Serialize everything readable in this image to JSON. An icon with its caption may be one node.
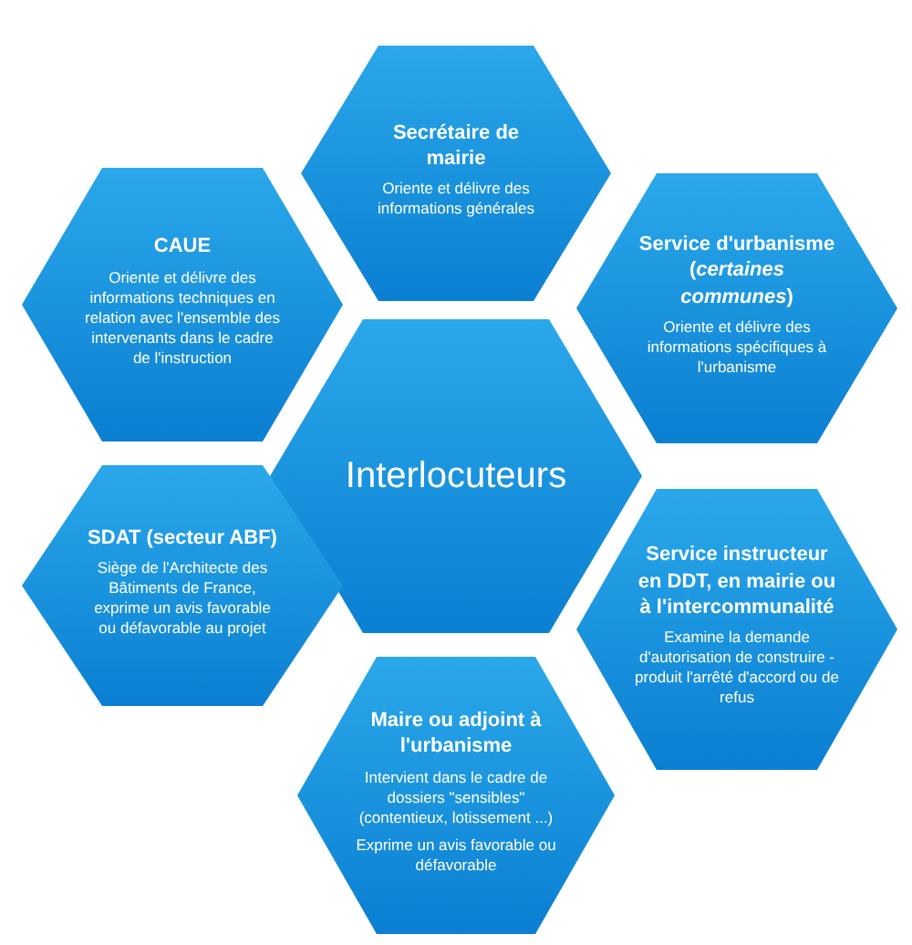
{
  "diagram": {
    "nodes": [
      {
        "text": [
          "Secrétaire de mairie",
          "Oriente et délivre des informations générales"
        ]
      },
      {
        "text": [
          "CAUE",
          "Oriente et délivre des informations techniques en relation avec l'ensemble des intervenants dans le cadre de l'instruction"
        ]
      },
      {
        "text": [
          "Service d'urbanisme (*certaines communes*)",
          "Oriente et délivre des informations  spécifiques à l'urbanisme"
        ]
      },
      {
        "text": [
          "Interlocuteurs"
        ]
      },
      {
        "text": [
          "SDAT (secteur ABF)",
          "Siège de l'Architecte des Bâtiments de France, exprime un avis favorable ou défavorable au projet"
        ]
      },
      {
        "text": [
          "Service instructeur en DDT, en mairie ou à l'intercommunalité",
          "Examine la demande d'autorisation de construire - produit l'arrêté d'accord ou de refus"
        ]
      },
      {
        "text": [
          "Maire ou adjoint à l'urbanisme",
          "Intervient dans le cadre de dossiers \"sensibles\" (contentieux, lotissement ...)",
          "Exprime un avis favorable ou défavorable"
        ]
      }
    ],
    "edges": []
  }
}
